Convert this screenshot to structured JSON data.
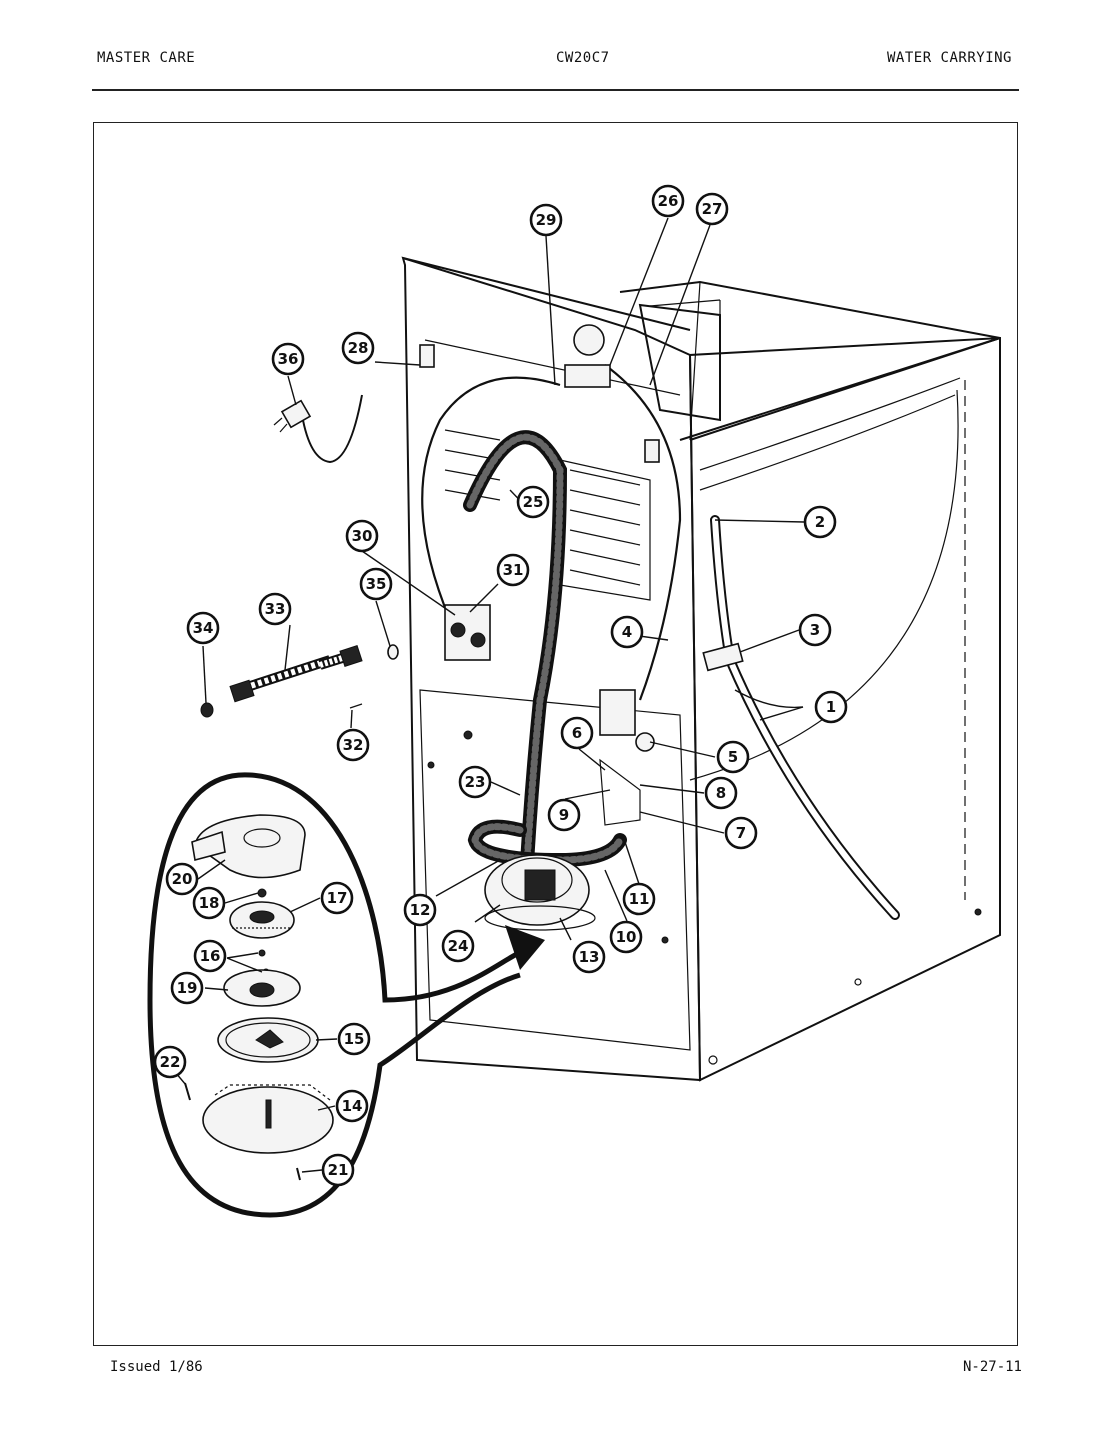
{
  "header": {
    "left": "MASTER CARE",
    "center": "CW20C7",
    "right": "WATER CARRYING"
  },
  "footer": {
    "left": "Issued 1/86",
    "right": "N-27-11"
  },
  "callouts": [
    "1",
    "2",
    "3",
    "4",
    "5",
    "6",
    "7",
    "8",
    "9",
    "10",
    "11",
    "12",
    "13",
    "14",
    "15",
    "16",
    "17",
    "18",
    "19",
    "20",
    "21",
    "22",
    "23",
    "24",
    "25",
    "26",
    "27",
    "28",
    "29",
    "30",
    "31",
    "32",
    "33",
    "34",
    "35",
    "36"
  ]
}
